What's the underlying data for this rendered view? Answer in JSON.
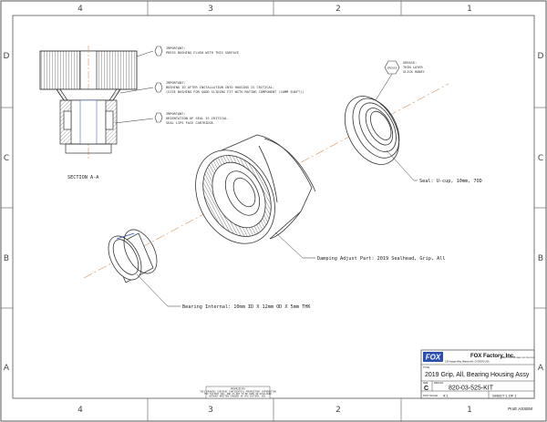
{
  "grid": {
    "columns": [
      "4",
      "3",
      "2",
      "1"
    ],
    "rows": [
      "D",
      "C",
      "B",
      "A"
    ]
  },
  "section_label": "SECTION A-A",
  "notes": [
    {
      "title": "IMPORTANT:",
      "text": "PRESS BUSHING FLUSH WITH THIS SURFACE"
    },
    {
      "title": "IMPORTANT:",
      "text": "BUSHING ID AFTER INSTALLATION INTO HOUSING IS CRITICAL.",
      "text2": "(SIZE BUSHING FOR GOOD SLIDING FIT WITH MATING COMPONENT (10MM SHAFT))"
    },
    {
      "title": "IMPORTANT:",
      "text": "ORIENTATION OF SEAL IS CRITICAL.",
      "text2": "SEAL LIPS FACE CARTRIDGE."
    }
  ],
  "grease_note": {
    "badge": "GREASE",
    "line1": "GREASE:",
    "line2": "THIN LAYER",
    "line3": "SLICK HONEY"
  },
  "callouts": {
    "seal": "Seal: U-cup, 10mm, 7OD",
    "damping": "Damping Adjust Part: 2019 Sealhead, Grip, All",
    "bearing": "Bearing Internal: 10mm ID X 12mm OD X 5mm THK"
  },
  "title_block": {
    "logo": "FOX",
    "company": "FOX Factory, Inc.",
    "address": "130 Hangar Way, Watsonville, CA 95076 USA",
    "phone": "PH: 831-768-1100 FAX: 831-768-9312",
    "title_label": "TITLE",
    "title": "2019 Grip, All, Bearing Housing Assy",
    "size_label": "SIZE",
    "size": "C",
    "dwg_label": "DWG NO.",
    "dwg_no": "820-03-525-KIT",
    "scale_label": "PLOT SCALE",
    "scale": "4:1",
    "sheet": "SHEET 1 OF 1",
    "footer": "ProE ASSEM"
  },
  "proprietary": {
    "line1": "PROPRIETARY",
    "line2": "THIS DRAWING CONTAINS CONFIDENTIAL PROPRIETARY INFORMATION",
    "line3": "FOX FACTORY INC. AND IS NOT TO BE USED OR DISCLOSED",
    "line4": "WITHOUT WRITTEN CONSENT OF FOX FACTORY, INC."
  },
  "colors": {
    "line": "#333333",
    "centerline": "#d4915a",
    "accent": "#2a4fb0"
  }
}
